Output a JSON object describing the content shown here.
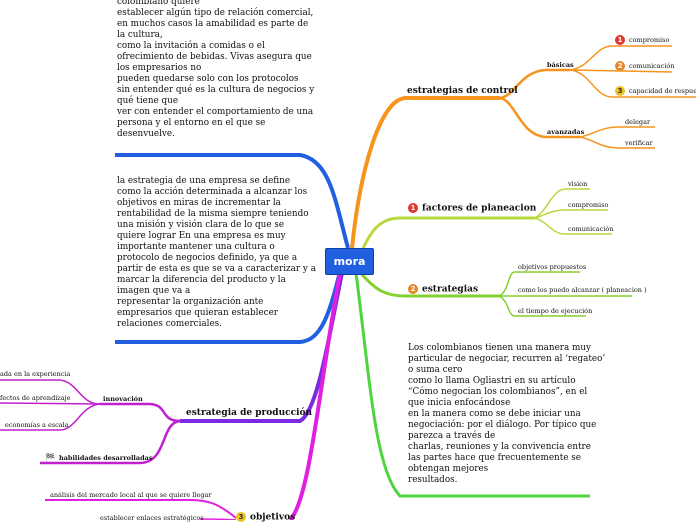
{
  "root": {
    "label": "mora"
  },
  "top_paragraph": [
    "colombiano quiere",
    "establecer algún tipo de relación comercial,",
    "en muchos casos la amabilidad es parte de",
    "la cultura,",
    "como la invitación a comidas o el",
    "ofrecimiento de bebidas. Vivas asegura que",
    "los empresarios no",
    "pueden quedarse solo con los protocolos",
    "sin entender qué es la cultura de negocios y",
    "qué tiene que",
    "ver con entender el comportamiento de una",
    "persona y el entorno en el que se",
    "desenvuelve."
  ],
  "strategy_paragraph": [
    "la estrategia de una empresa se define",
    "como la acción determinada a alcanzar los",
    "objetivos en miras de incrementar la",
    "rentabilidad de la misma siempre teniendo",
    "una misión y visión clara de lo que se",
    "quiere lograr En una empresa es muy",
    "importante mantener una cultura o",
    "protocolo de negocios definido, ya que a",
    "partir de esta es que se va a caracterizar y a",
    "marcar la diferencia del producto y la",
    "imagen que va a",
    "representar la organización ante",
    "empresarios que quieran establecer",
    "relaciones comerciales."
  ],
  "colombian_paragraph": [
    "Los colombianos tienen una manera muy",
    "particular de negociar, recurren al ‘regateo’",
    "o suma cero",
    "como lo llama Ogliastri en su artículo",
    "“Cómo negocian los colombianos”, en el",
    "que inicia enfocándose",
    "en la manera como se debe iniciar una",
    "negociación: por el diálogo. Por típico que",
    "parezca a través de",
    "charlas, reuniones y la convivencia entre",
    "las partes hace que frecuentemente se",
    "obtengan mejores",
    "resultados."
  ],
  "branches": {
    "estrategias_control": {
      "label": "estrategias de control",
      "basicas": {
        "label": "básicas",
        "items": [
          {
            "badge": "1",
            "label": "compromiso"
          },
          {
            "badge": "2",
            "label": "comunicación"
          },
          {
            "badge": "3",
            "label": "capacidad de respuesta"
          }
        ]
      },
      "avanzadas": {
        "label": "avanzadas",
        "items": [
          "delegar",
          "verificar"
        ]
      }
    },
    "factores": {
      "badge": "1",
      "label": "factores de planeacion",
      "items": [
        "vision",
        "compromiso",
        "comunicación"
      ]
    },
    "estrategias": {
      "badge": "2",
      "label": "estrategias",
      "items": [
        "objetivos propuestos",
        "como los puedo alcanzar ( planeacion )",
        "el tiempo de ejecución"
      ]
    },
    "produccion": {
      "label": "estrategia de producción",
      "innovacion": {
        "label": "innovación",
        "items": [
          "ada en la experiencia",
          "fectos de aprendizaje",
          "economías a escala"
        ]
      },
      "habilidades": {
        "label": "habilidades desarrolladas"
      }
    },
    "objetivos": {
      "badge": "3",
      "label": "objetivos",
      "items": [
        "análisis del mercado local al que se quiere llegar",
        "establecer enlaces estratégicos"
      ]
    }
  },
  "colors": {
    "root": "#1f5fe0",
    "blue_branch": "#1f5fe0",
    "orange_branch": "#f7941d",
    "yellow_branch": "#b7d93b",
    "green_branch": "#84d02f",
    "light_green_branch": "#4ed43f",
    "purple_branch": "#7a2ae0",
    "magenta_branch": "#e020e0"
  }
}
